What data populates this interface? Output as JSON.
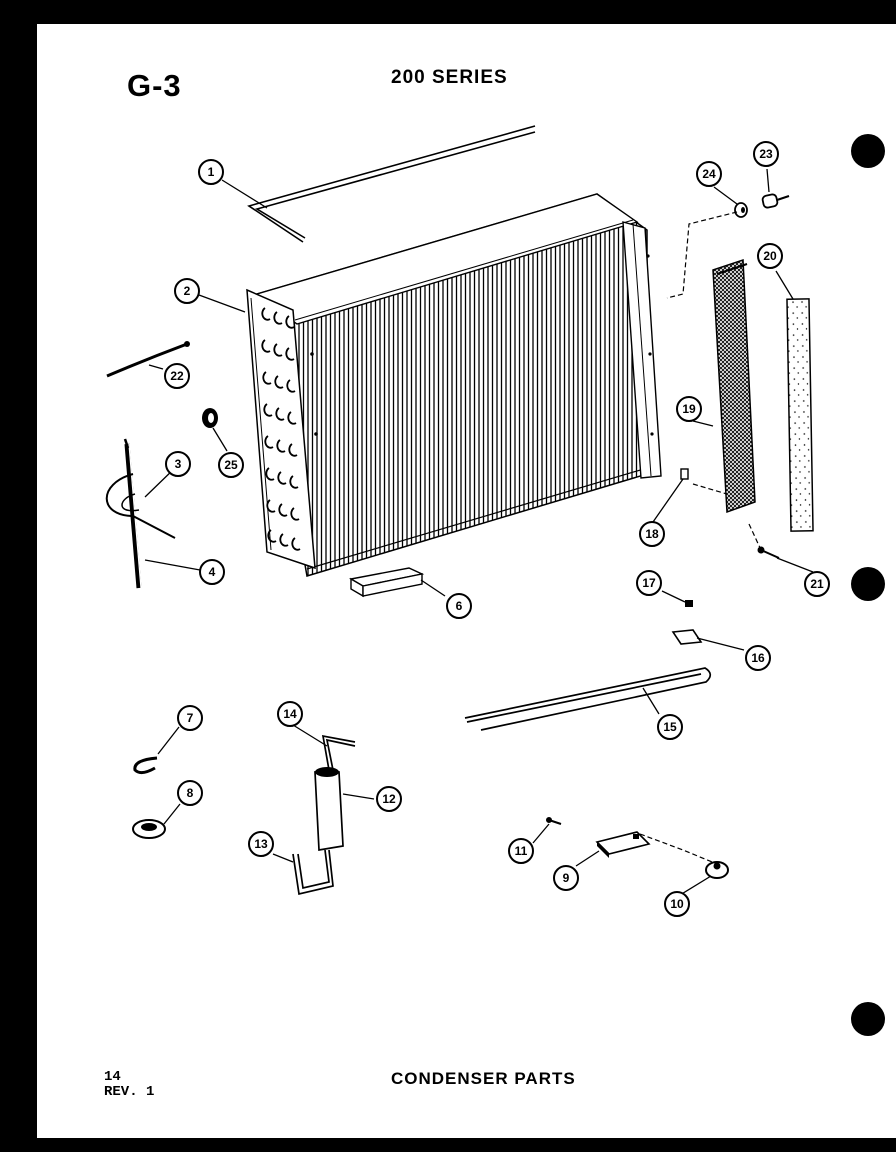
{
  "header": {
    "page_code": "G-3",
    "series": "200 SERIES"
  },
  "footer": {
    "title": "CONDENSER PARTS",
    "page_number": "14",
    "revision": "REV. 1"
  },
  "callouts": [
    "1",
    "2",
    "3",
    "4",
    "6",
    "7",
    "8",
    "9",
    "10",
    "11",
    "12",
    "13",
    "14",
    "15",
    "16",
    "17",
    "18",
    "19",
    "20",
    "21",
    "22",
    "23",
    "24",
    "25"
  ]
}
